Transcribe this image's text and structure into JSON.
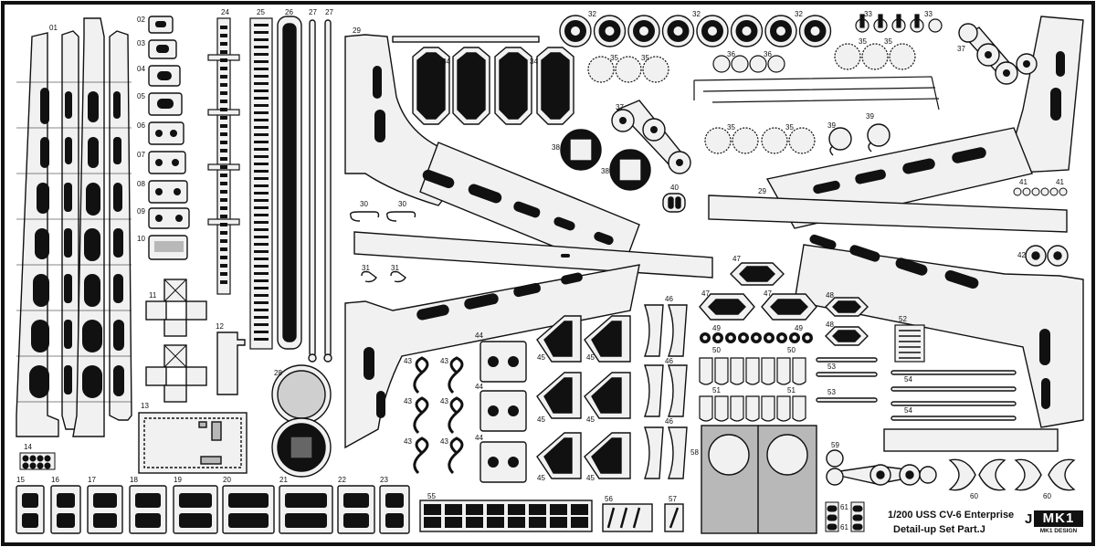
{
  "sheet": {
    "title_line1": "1/200 USS CV-6 Enterprise",
    "title_line2": "Detail-up Set Part.J",
    "part_letter": "J",
    "logo_mark": "MK1",
    "logo_text": "MK1 DESIGN"
  },
  "part_numbers": {
    "p01": "01",
    "p02": "02",
    "p03": "03",
    "p04": "04",
    "p05": "05",
    "p06": "06",
    "p07": "07",
    "p08": "08",
    "p09": "09",
    "p10": "10",
    "p11": "11",
    "p12": "12",
    "p13": "13",
    "p14": "14",
    "p15": "15",
    "p16": "16",
    "p17": "17",
    "p18": "18",
    "p19": "19",
    "p20": "20",
    "p21": "21",
    "p22": "22",
    "p23": "23",
    "p24": "24",
    "p25": "25",
    "p26": "26",
    "p27": "27",
    "p28": "28",
    "p29": "29",
    "p30": "30",
    "p31": "31",
    "p32": "32",
    "p33": "33",
    "p34": "34",
    "p35": "35",
    "p36": "36",
    "p37": "37",
    "p38": "38",
    "p39": "39",
    "p40": "40",
    "p41": "41",
    "p42": "42",
    "p43": "43",
    "p44": "44",
    "p45": "45",
    "p46": "46",
    "p47": "47",
    "p48": "48",
    "p49": "49",
    "p50": "50",
    "p51": "51",
    "p52": "52",
    "p53": "53",
    "p54": "54",
    "p55": "55",
    "p56": "56",
    "p57": "57",
    "p58": "58",
    "p59": "59",
    "p60": "60",
    "p61": "61"
  },
  "colors": {
    "fret_border": "#111111",
    "part_fill": "#f1f1f1",
    "part_outline": "#111111",
    "dark": "#111111",
    "mid_grey": "#b8b8b8"
  }
}
